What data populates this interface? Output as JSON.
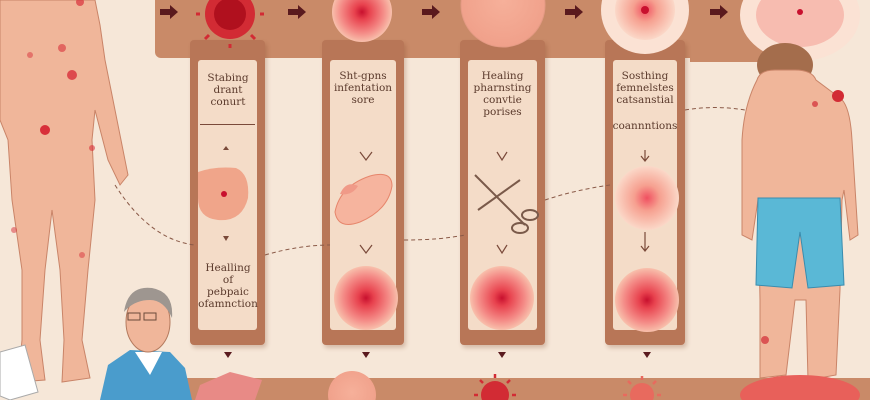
{
  "panels": [
    {
      "id": "stage-1",
      "heading": [
        "Stabing",
        "drant",
        "conurt"
      ],
      "subheading": [
        "Healling",
        "of",
        "pebpaic",
        "ofamnction"
      ]
    },
    {
      "id": "stage-2",
      "heading": [
        "Sht-gpns",
        "infentation",
        "sore"
      ]
    },
    {
      "id": "stage-3",
      "heading": [
        "Healing",
        "pharnsting",
        "convtie",
        "porises"
      ]
    },
    {
      "id": "stage-4",
      "heading": [
        "Sosthing",
        "femnelstes",
        "catsanstial",
        "coannntions"
      ]
    }
  ],
  "colors": {
    "background": "#f6e7d8",
    "panel": "#b87657",
    "band": "#c98a68",
    "skin": "#f0b69a",
    "lesion": "#e0303a",
    "shorts": "#5ab8d6"
  },
  "icons": [
    "arrow-right-icon",
    "arrow-down-icon",
    "arrow-up-icon",
    "scissors-icon",
    "virus-icon",
    "lesion-icon",
    "person-figure",
    "doctor-figure"
  ]
}
